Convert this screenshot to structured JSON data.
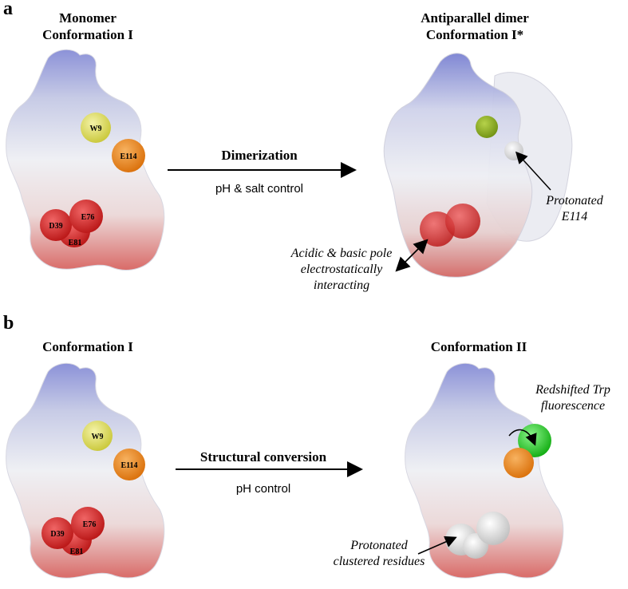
{
  "panel_a": {
    "letter": "a",
    "left_title_line1": "Monomer",
    "left_title_line2": "Conformation I",
    "right_title_line1": "Antiparallel dimer",
    "right_title_line2": "Conformation I*",
    "arrow_label": "Dimerization",
    "arrow_sub": "pH & salt control",
    "residues": [
      "W9",
      "E114",
      "D39",
      "E76",
      "E81"
    ],
    "note_protonated_line1": "Protonated",
    "note_protonated_line2": "E114",
    "note_poles_line1": "Acidic & basic pole",
    "note_poles_line2": "electrostatically",
    "note_poles_line3": "interacting"
  },
  "panel_b": {
    "letter": "b",
    "left_title": "Conformation I",
    "right_title": "Conformation II",
    "arrow_label": "Structural conversion",
    "arrow_sub": "pH control",
    "residues": [
      "W9",
      "E114",
      "D39",
      "E76",
      "E81"
    ],
    "note_trp_line1": "Redshifted Trp",
    "note_trp_line2": "fluorescence",
    "note_clustered_line1": "Protonated",
    "note_clustered_line2": "clustered residues"
  },
  "colors": {
    "surface_white": "#eeeef3",
    "basic_blue": "#7f86cc",
    "acidic_red": "#d9605c",
    "w9_yellow": "#dede66",
    "e114_orange": "#ee8a1e",
    "acidic_sphere_red": "#dd2222",
    "trp_green": "#22cc22",
    "protonated_white": "#e8e8e8"
  }
}
